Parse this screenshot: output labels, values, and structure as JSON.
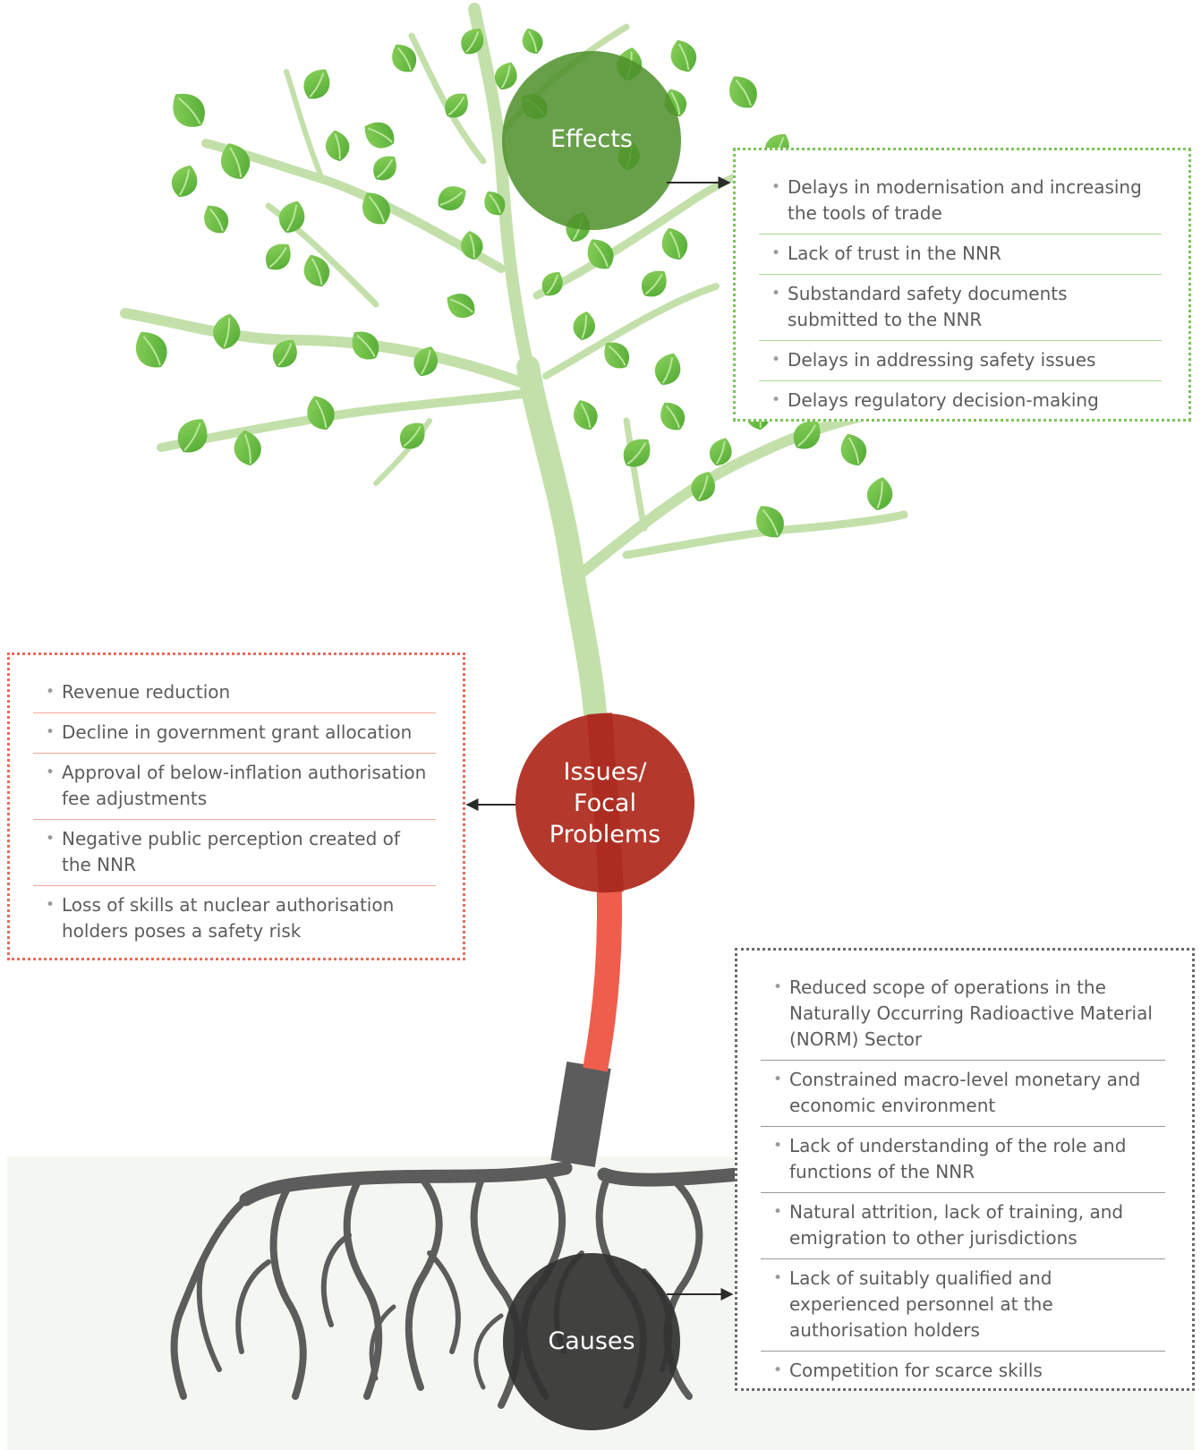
{
  "circles": {
    "effects": "Effects",
    "issues_lines": [
      "Issues/",
      "Focal",
      "Problems"
    ],
    "causes": "Causes"
  },
  "effects_items": [
    "Delays in modernisation and increasing the tools of trade",
    "Lack of trust in the NNR",
    "Substandard safety documents submitted to the NNR",
    "Delays in addressing safety issues",
    "Delays regulatory decision-making"
  ],
  "issues_items": [
    "Revenue reduction",
    "Decline in government grant allocation",
    "Approval of below-inflation authorisation fee adjustments",
    "Negative public perception created of the NNR",
    "Loss of skills at nuclear authorisation holders poses a safety risk"
  ],
  "causes_items": [
    "Reduced scope of operations in the Naturally Occurring Radioactive Material (NORM) Sector",
    "Constrained macro-level monetary and economic environment",
    "Lack of understanding of the role and functions of the NNR",
    "Natural attrition, lack of training, and emigration to other jurisdictions",
    "Lack of suitably qualified and experienced personnel at the authorisation holders",
    "Competition for scarce skills"
  ],
  "colors": {
    "effects": "#4e8f2a",
    "issues": "#b5382c",
    "causes": "#3a3a3a",
    "leaf": "#6cbf45",
    "branch": "#c3e0ab",
    "trunk_red": "#ef5e4d",
    "root": "#5c5c5c",
    "ground": "#f4f7f1"
  }
}
